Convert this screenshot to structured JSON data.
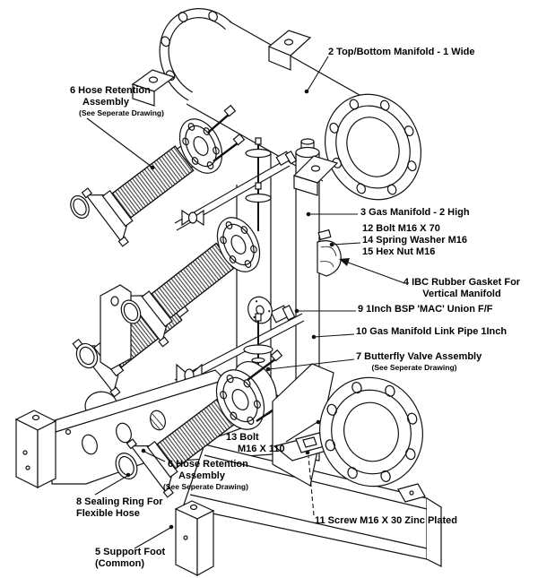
{
  "colors": {
    "ink": "#111111",
    "paper": "#ffffff"
  },
  "labels": {
    "manifold_top": {
      "line1": "2 Top/Bottom Manifold - 1 Wide"
    },
    "hose_retention_top": {
      "line1": "6 Hose Retention",
      "line2": "Assembly",
      "note": "(See Seperate Drawing)"
    },
    "gas_manifold": {
      "line1": "3 Gas Manifold - 2 High"
    },
    "bolt_m16x70": {
      "line1": "12 Bolt M16 X 70"
    },
    "spring_washer": {
      "line1": "14 Spring Washer M16"
    },
    "hex_nut": {
      "line1": "15 Hex Nut M16"
    },
    "ibc_gasket": {
      "line1": "4 IBC Rubber Gasket For",
      "line2": "Vertical Manifold"
    },
    "bsp_union": {
      "line1": "9 1Inch BSP 'MAC' Union F/F"
    },
    "link_pipe": {
      "line1": "10 Gas Manifold Link Pipe 1Inch"
    },
    "butterfly_valve": {
      "line1": "7 Butterfly Valve Assembly",
      "note": "(See Seperate Drawing)"
    },
    "bolt_m16x110": {
      "line1": "13 Bolt",
      "line2": "M16 X 110"
    },
    "hose_retention_bot": {
      "line1": "6 Hose Retention",
      "line2": "Assembly",
      "note": "(See Seperate Drawing)"
    },
    "sealing_ring": {
      "line1": "8 Sealing Ring For",
      "line2": "Flexible Hose"
    },
    "support_foot": {
      "line1": "5 Support Foot",
      "line2": "(Common)"
    },
    "screw_m16x30": {
      "line1": "11 Screw M16 X 30 Zinc Plated"
    }
  }
}
